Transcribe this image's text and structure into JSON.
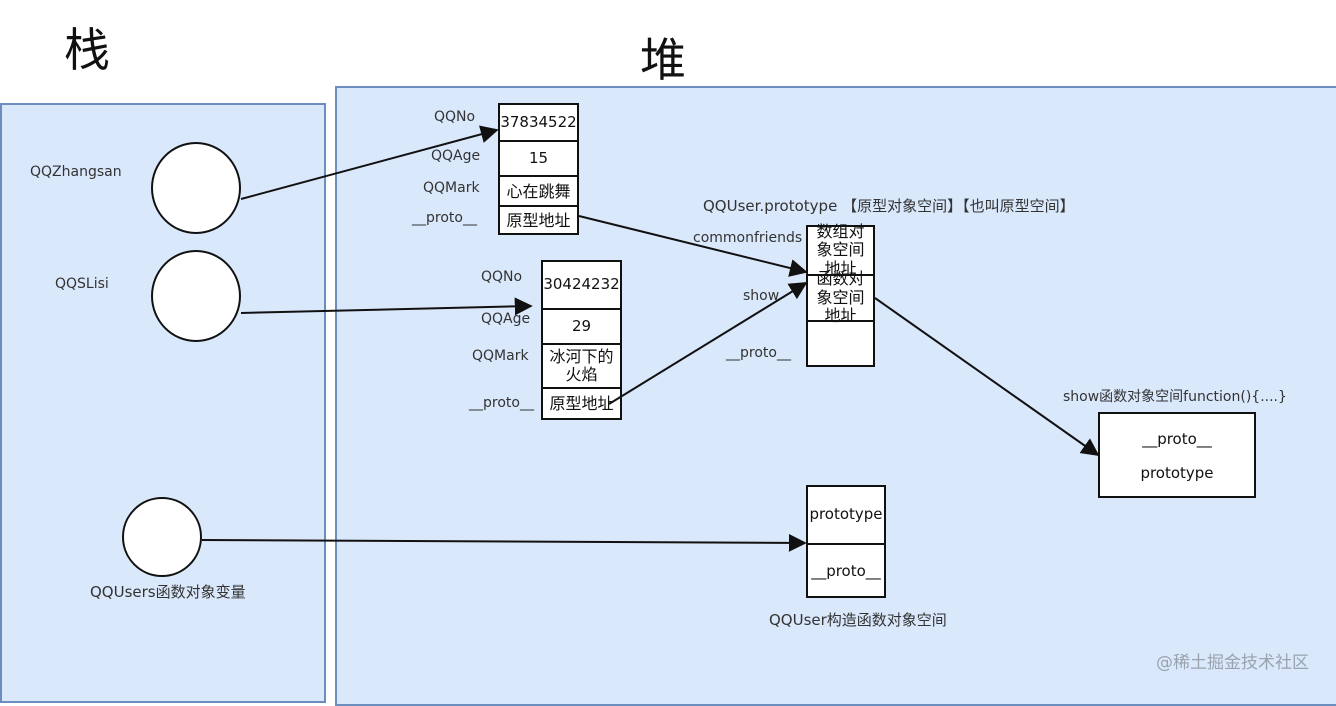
{
  "titles": {
    "stack": "栈",
    "heap": "堆"
  },
  "stack_labels": {
    "zhangsan": "QQZhangsan",
    "lisi": "QQSLisi",
    "users": "QQUsers函数对象变量"
  },
  "obj1": {
    "labels": [
      "QQNo",
      "QQAge",
      "QQMark",
      "__proto__"
    ],
    "values": [
      "37834522",
      "15",
      "心在跳舞",
      "原型地址"
    ]
  },
  "obj2": {
    "labels": [
      "QQNo",
      "QQAge",
      "QQMark",
      "__proto__"
    ],
    "values": [
      "30424232",
      "29",
      "冰河下的火焰",
      "原型地址"
    ]
  },
  "prototype_obj": {
    "title": "QQUser.prototype 【原型对象空间】【也叫原型空间】",
    "labels": [
      "commonfriends",
      "show",
      "__proto__"
    ],
    "values": [
      "数组对象空间地址",
      "函数对象空间地址",
      ""
    ]
  },
  "show_fn": {
    "title": "show函数对象空间function(){....}",
    "rows": [
      "__proto__",
      "prototype"
    ]
  },
  "constructor_obj": {
    "rows": [
      "prototype",
      "__proto__"
    ],
    "caption": "QQUser构造函数对象空间"
  },
  "watermark": "@稀土掘金技术社区"
}
